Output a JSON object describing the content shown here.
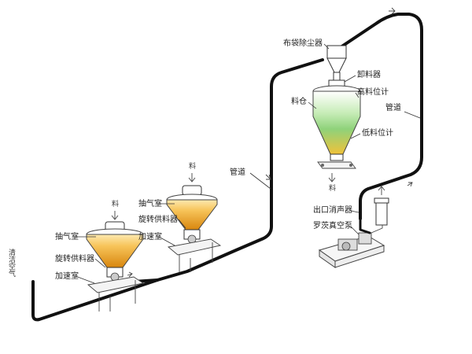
{
  "labels": {
    "clean_air": "清洁空气",
    "suction_chamber": "抽气室",
    "rotary_feeder": "旋转供料器",
    "acceleration_chamber": "加速室",
    "pipe": "管道",
    "bag_filter": "布袋除尘器",
    "discharger": "卸料器",
    "silo": "料仓",
    "high_level": "高料位计",
    "low_level": "低料位计",
    "outlet_silencer": "出口消声器",
    "roots_pump": "罗茨真空泵",
    "material": "料"
  },
  "colors": {
    "pipe": "#111111",
    "hopper_top": "#f7c45a",
    "hopper_bottom": "#d8860e",
    "silo_top": "#ffffff",
    "silo_mid": "#8fd27a",
    "silo_bottom": "#f0c23a"
  },
  "icons": [
    "down-arrow-icon",
    "up-arrow-icon",
    "flow-arrow-icon"
  ]
}
